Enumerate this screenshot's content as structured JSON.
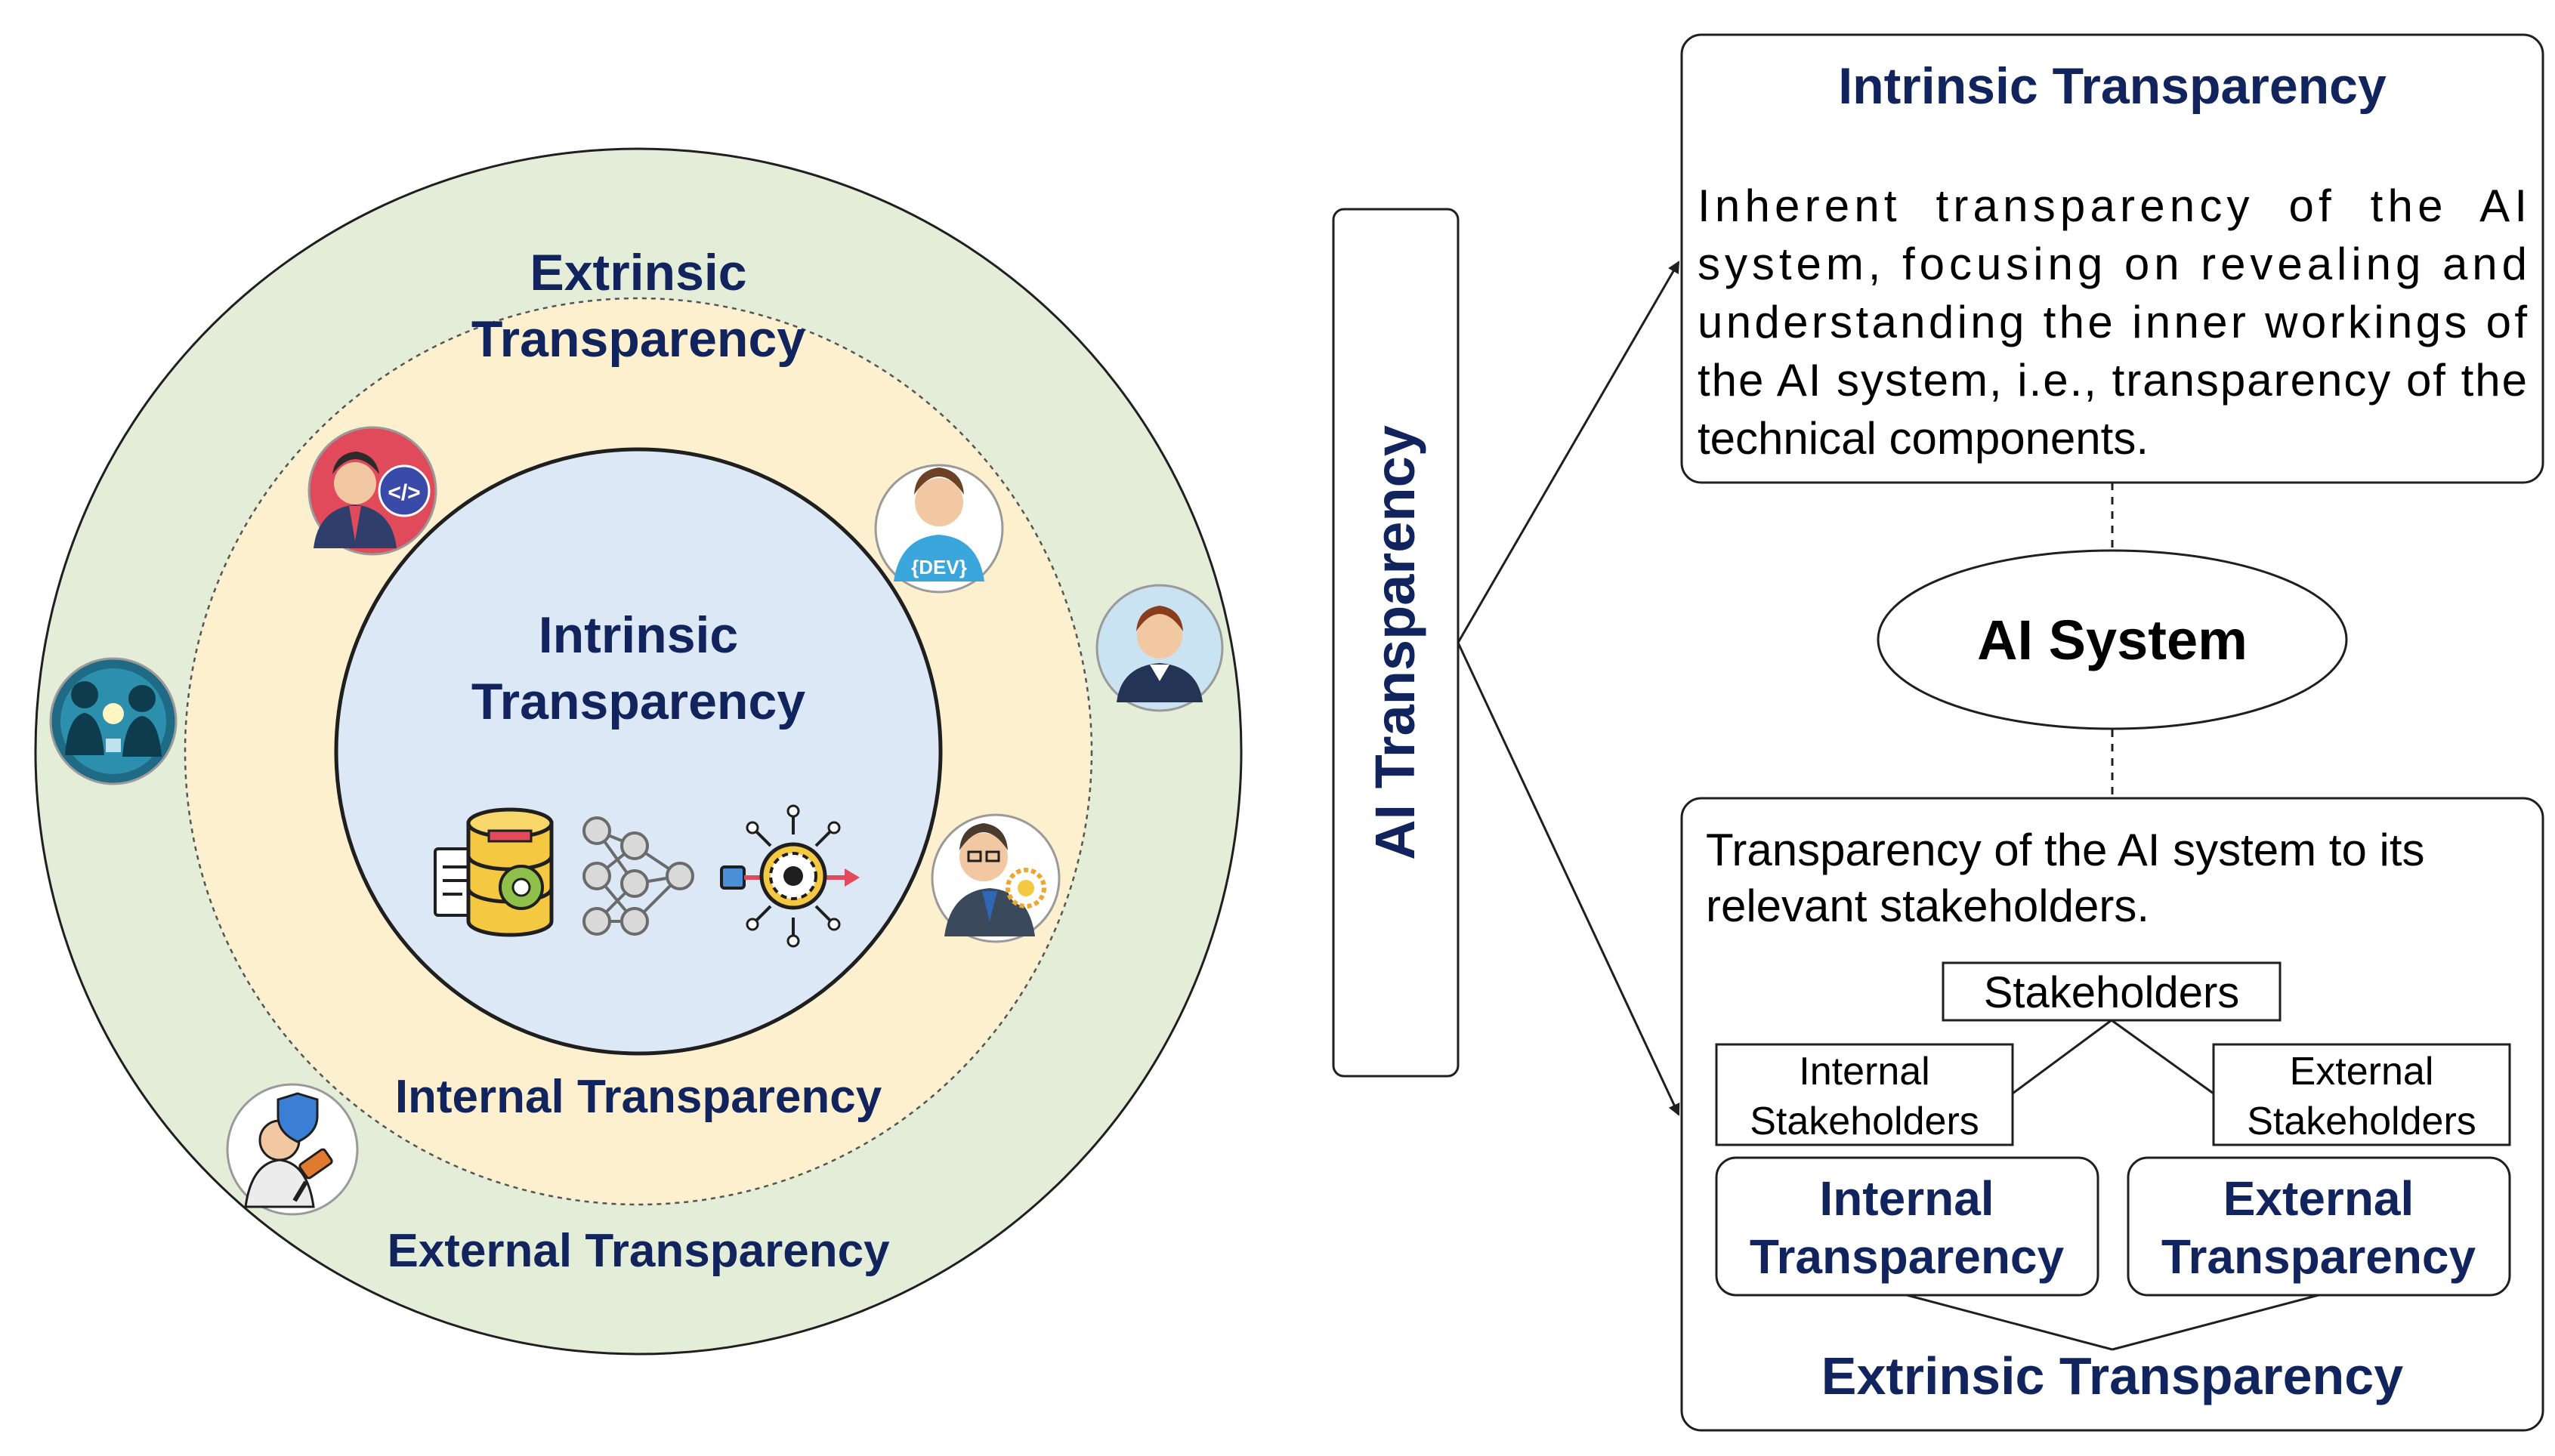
{
  "colors": {
    "outer_ring": "#e3edd8",
    "middle_ring": "#fdf0cf",
    "inner_circle": "#dce8f6",
    "label_navy": "#12245e",
    "stroke": "#1f1f1f"
  },
  "circle": {
    "outer_label_line1": "Extrinsic",
    "outer_label_line2": "Transparency",
    "inner_label_line1": "Intrinsic",
    "inner_label_line2": "Transparency",
    "internal_label": "Internal Transparency",
    "external_label": "External Transparency",
    "icons": {
      "developer_badge": "{DEV}",
      "code_badge": "</>"
    }
  },
  "center": {
    "vertical_label": "AI Transparency"
  },
  "intrinsic_box": {
    "title": "Intrinsic Transparency",
    "lines": [
      "Inherent  transparency  of  the  AI",
      "system, focusing on revealing and",
      "understanding the inner workings of",
      "the AI system, i.e., transparency of the",
      "technical components."
    ]
  },
  "ai_system": {
    "label": "AI System"
  },
  "extrinsic_box": {
    "desc_line1": "Transparency of the AI system to its",
    "desc_line2": "relevant stakeholders.",
    "stakeholders": "Stakeholders",
    "internal_stakeholders_line1": "Internal",
    "internal_stakeholders_line2": "Stakeholders",
    "external_stakeholders_line1": "External",
    "external_stakeholders_line2": "Stakeholders",
    "internal_transparency_line1": "Internal",
    "internal_transparency_line2": "Transparency",
    "external_transparency_line1": "External",
    "external_transparency_line2": "Transparency",
    "footer": "Extrinsic Transparency"
  }
}
